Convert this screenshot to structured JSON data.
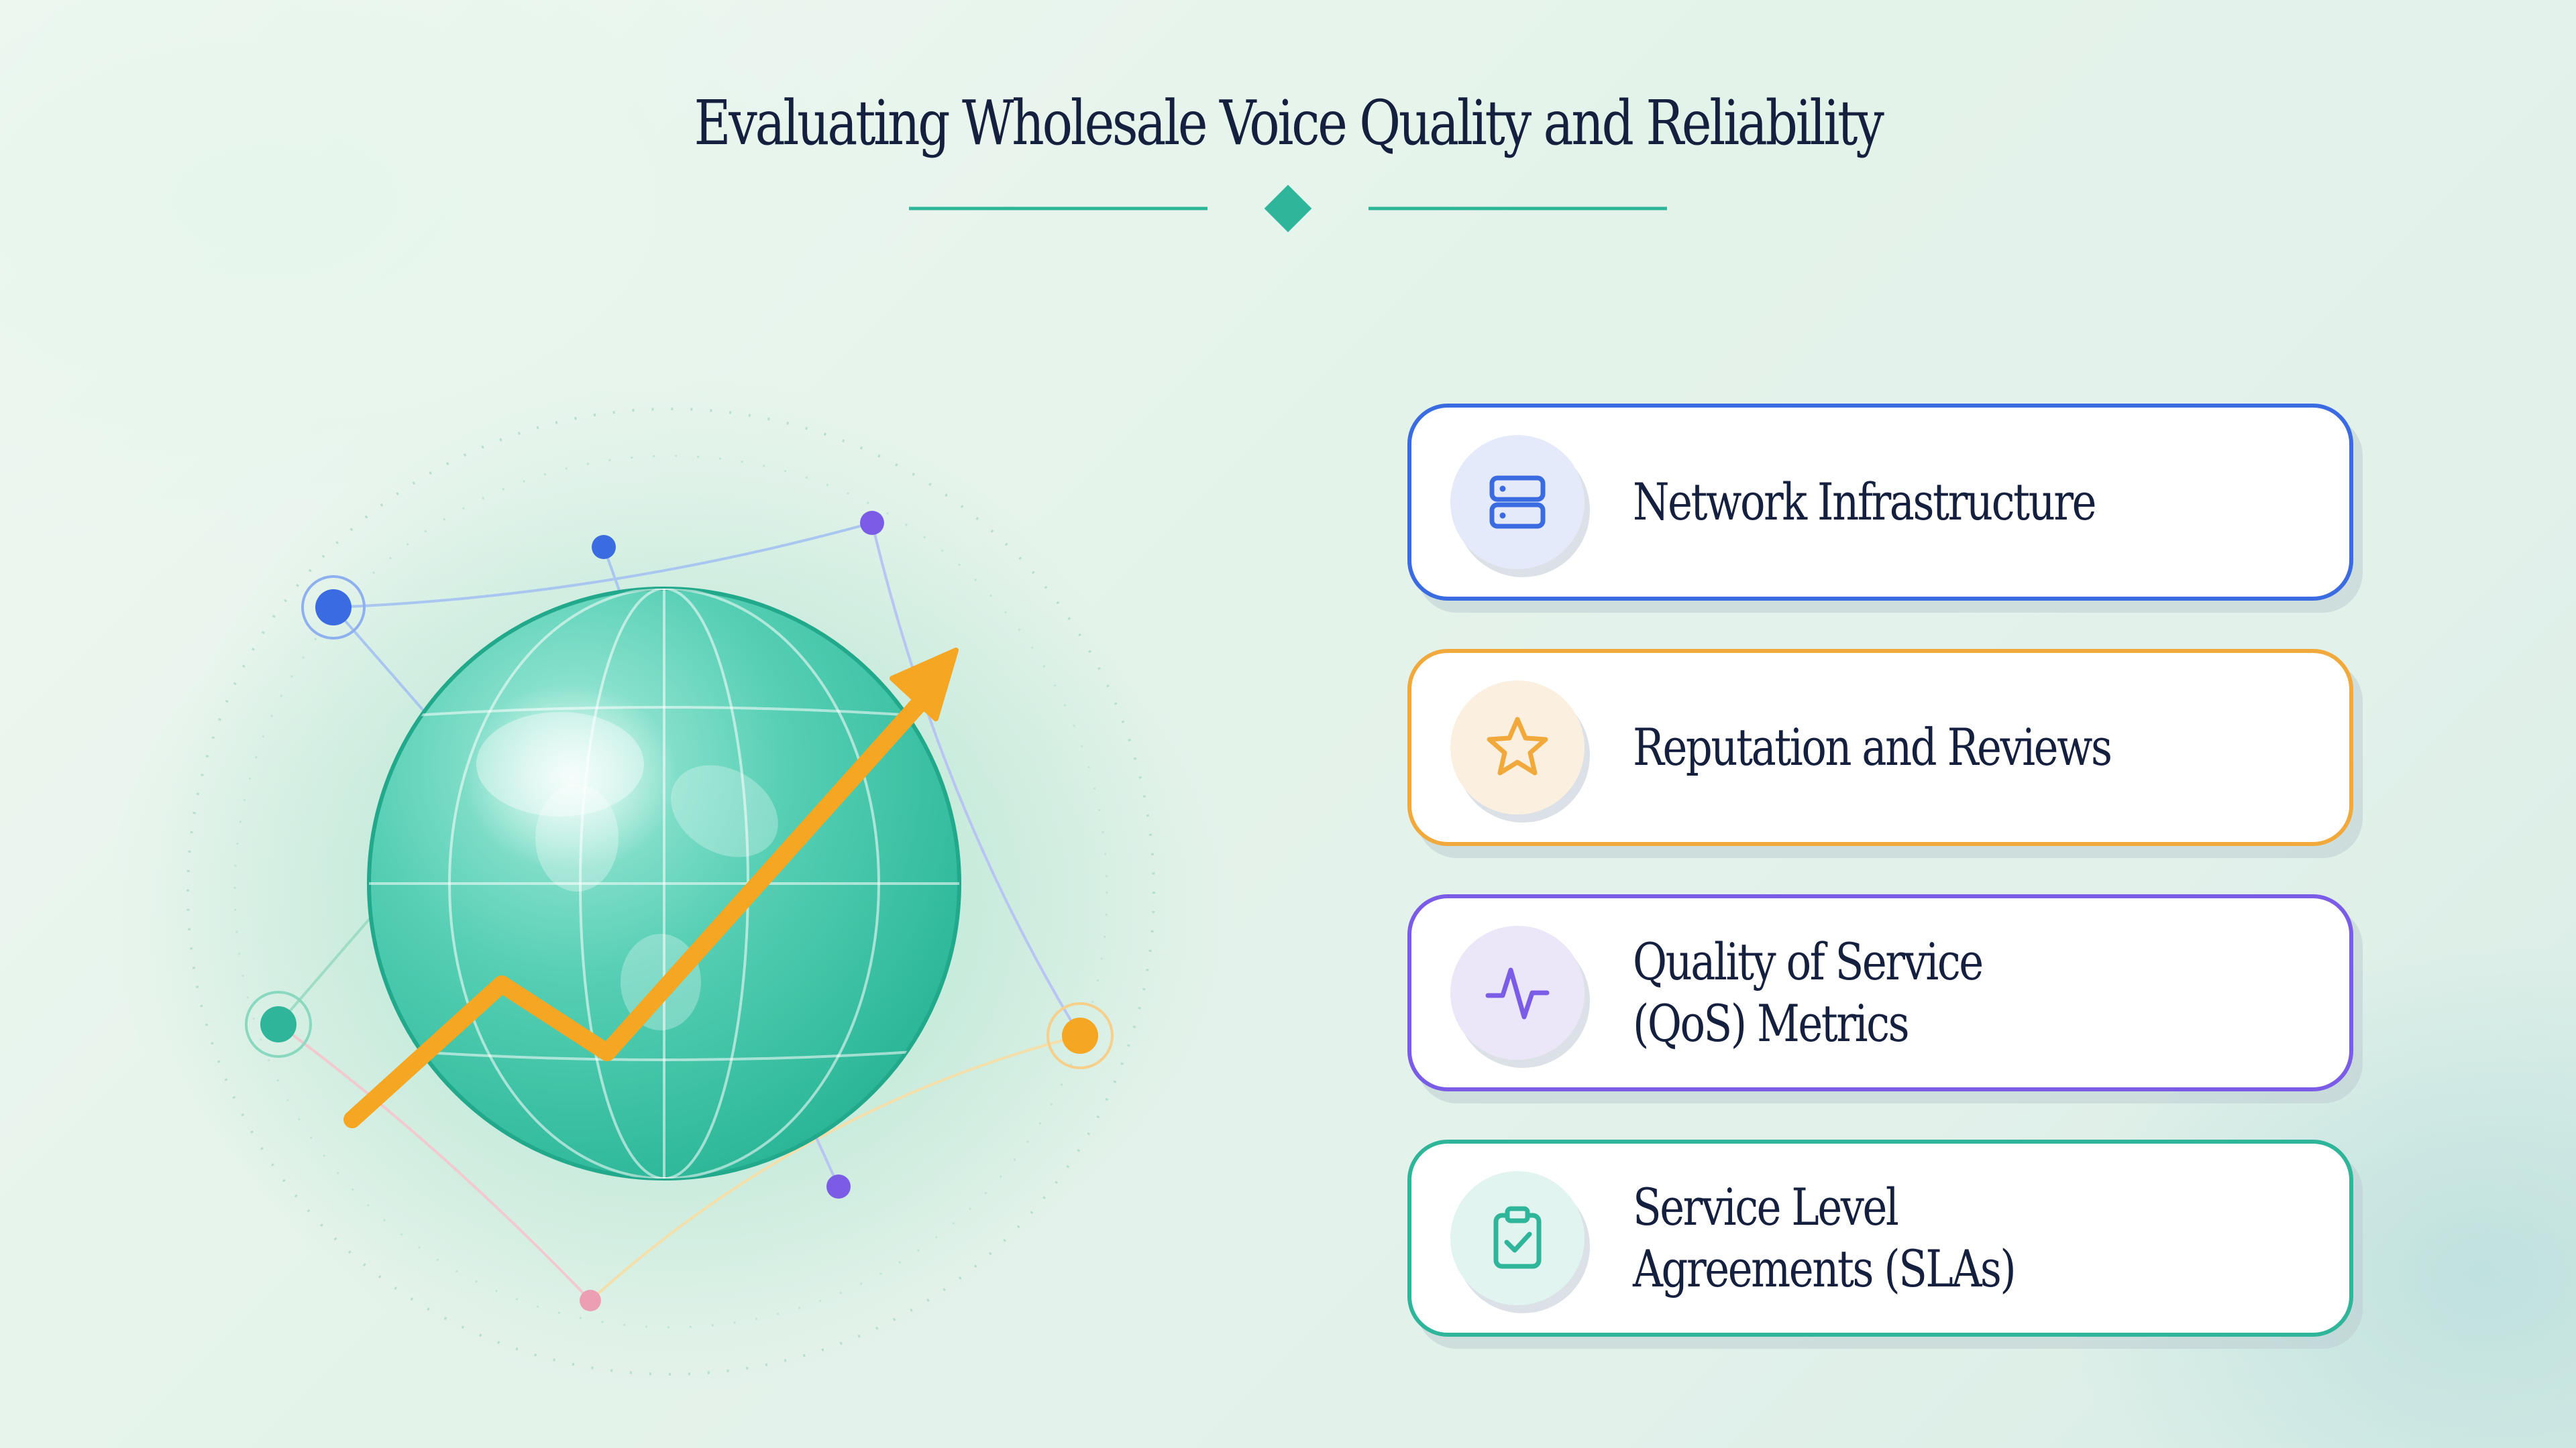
{
  "title": "Evaluating Wholesale Voice Quality and Reliability",
  "colors": {
    "blue": "#3b6be0",
    "orange": "#f2a93b",
    "purple": "#7b5ce6",
    "teal": "#2fb69a",
    "navy": "#15203f",
    "globe": "#3fc3a8",
    "arrow": "#f5a623"
  },
  "cards": [
    {
      "icon": "server-icon",
      "lines": [
        "Network Infrastructure"
      ]
    },
    {
      "icon": "star-icon",
      "lines": [
        "Reputation and Reviews"
      ]
    },
    {
      "icon": "pulse-icon",
      "lines": [
        "Quality of Service",
        "(QoS) Metrics"
      ]
    },
    {
      "icon": "clipboard-check-icon",
      "lines": [
        "Service Level",
        "Agreements (SLAs)"
      ]
    }
  ]
}
